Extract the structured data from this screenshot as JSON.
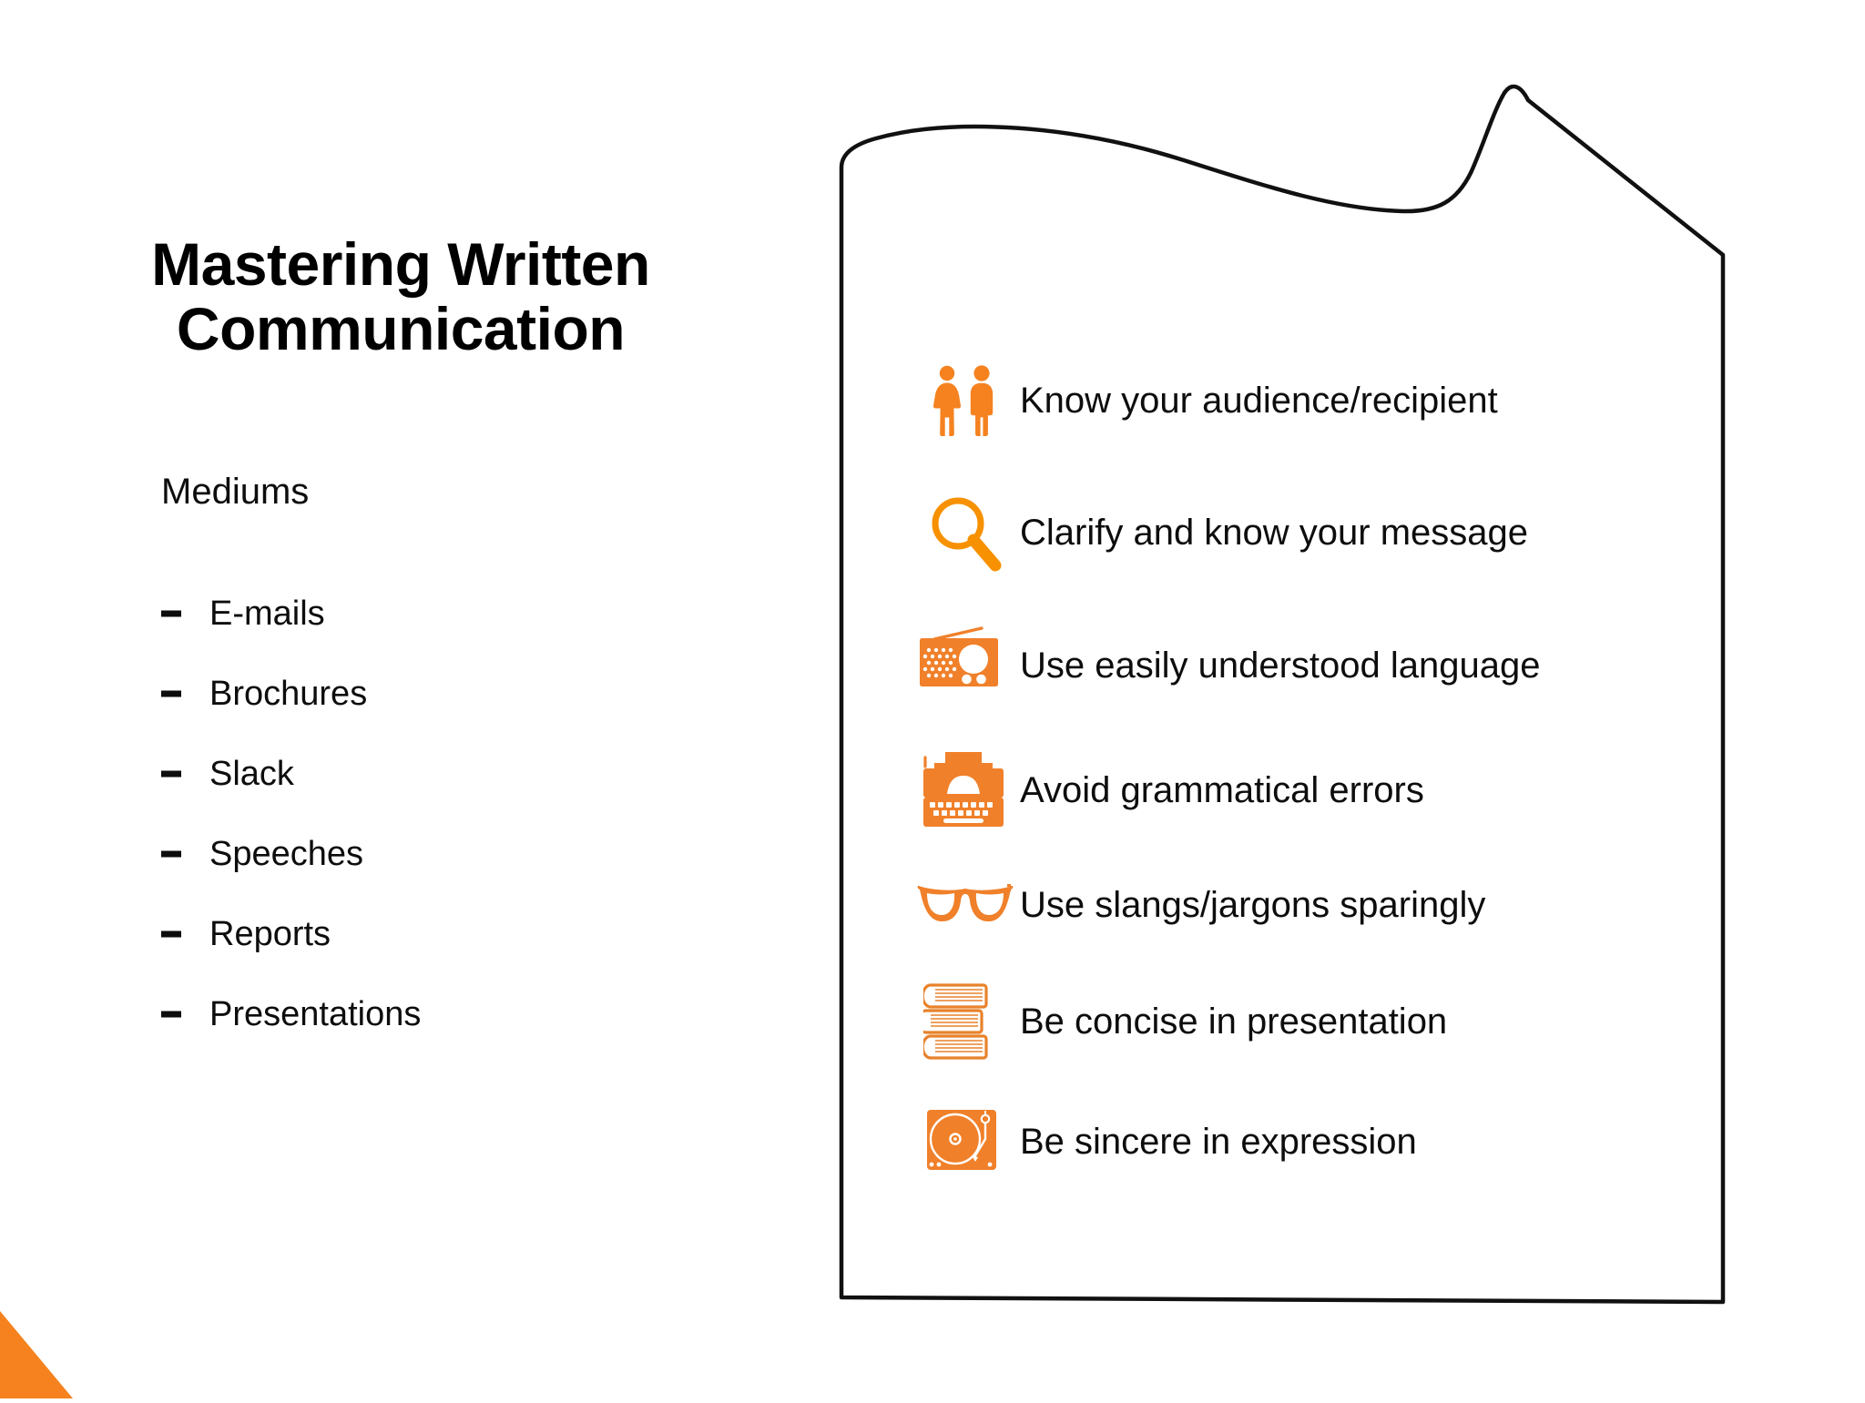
{
  "slide": {
    "title": "Mastering Written\nCommunication",
    "background_color": "#FFFFFF",
    "accent_color": "#F5821F",
    "text_color": "#0D0D0D"
  },
  "left": {
    "mediums_heading": "Mediums",
    "mediums": [
      {
        "bullet": "-",
        "label": "E-mails"
      },
      {
        "bullet": "-",
        "label": "Brochures"
      },
      {
        "bullet": "-",
        "label": "Slack"
      },
      {
        "bullet": "-",
        "label": "Speeches"
      },
      {
        "bullet": "-",
        "label": "Reports"
      },
      {
        "bullet": "-",
        "label": "Presentations"
      }
    ]
  },
  "panel": {
    "shape": "torn-paper-outline",
    "outline_color": "#111111",
    "fill_color": "#FFFFFF",
    "tips": [
      {
        "icon": "people-icon",
        "icon_color": "#F5821F",
        "label": "Know your audience/recipient"
      },
      {
        "icon": "magnifier-icon",
        "icon_color": "#F79100",
        "label": "Clarify and know your message"
      },
      {
        "icon": "radio-icon",
        "icon_color": "#F0802A",
        "label": "Use easily understood language"
      },
      {
        "icon": "typewriter-icon",
        "icon_color": "#F0802A",
        "label": "Avoid grammatical errors"
      },
      {
        "icon": "eyeglasses-icon",
        "icon_color": "#F0802A",
        "label": "Use slangs/jargons sparingly"
      },
      {
        "icon": "books-stack-icon",
        "icon_color": "#E8822B",
        "label": "Be concise in presentation"
      },
      {
        "icon": "turntable-icon",
        "icon_color": "#F0802A",
        "label": "Be sincere in expression"
      }
    ]
  },
  "decor": {
    "corner_triangle_color": "#F5821F"
  }
}
